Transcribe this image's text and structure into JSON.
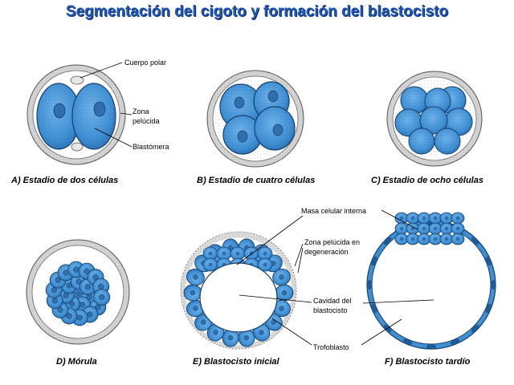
{
  "title": "Segmentación del cigoto y formación del blastocisto",
  "colors": {
    "title": "#1f56b3",
    "cell_fill": "#3f8fd4",
    "cell_dark": "#1c5a98",
    "zona": "#cfcfcf"
  },
  "captions": {
    "a": "A) Estadio de dos células",
    "b": "B) Estadio de cuatro células",
    "c": "C) Estadio de ocho células",
    "d": "D) Mórula",
    "e": "E) Blastocisto inicial",
    "f": "F) Blastocisto tardío"
  },
  "labels": {
    "cuerpo_polar": "Cuerpo polar",
    "zona_pelucida_1": "Zona",
    "zona_pelucida_2": "pelúcida",
    "blastomera": "Blastómera",
    "masa_celular": "Masa celular interna",
    "zona_degen_1": "Zona pelúcida en",
    "zona_degen_2": "degeneración",
    "cavidad_1": "Cavidad del",
    "cavidad_2": "blastocisto",
    "trofoblasto": "Trofoblasto"
  }
}
